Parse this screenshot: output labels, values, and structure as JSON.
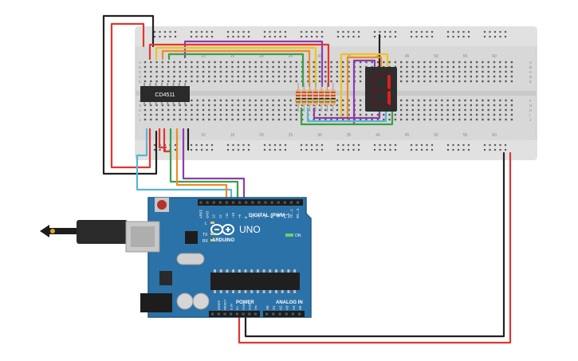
{
  "breadboard": {
    "column_numbers": [
      "10",
      "15",
      "20",
      "25",
      "30",
      "35",
      "40",
      "45",
      "50",
      "55",
      "60"
    ],
    "row_letters_top": [
      "A",
      "B",
      "C",
      "D",
      "E"
    ],
    "row_letters_bottom": [
      "F",
      "G",
      "H",
      "I",
      "J"
    ]
  },
  "ic": {
    "label": "CD4511"
  },
  "display": {
    "digit": "1",
    "segment_color": "#e0201c"
  },
  "arduino": {
    "brand": "ARDUINO",
    "model": "UNO",
    "digital_label": "DIGITAL (PWM~)",
    "power_label": "POWER",
    "analog_label": "ANALOG IN",
    "on_label": "ON",
    "tx_label": "TX",
    "rx_label": "RX",
    "l_label": "L",
    "digital_pins": [
      "AREF",
      "GND",
      "13",
      "12",
      "~11",
      "~10",
      "~9",
      "8",
      "7",
      "~6",
      "~5",
      "4",
      "~3",
      "2",
      "TX→1",
      "RX←0"
    ],
    "power_pins": [
      "IOREF",
      "RESET",
      "3.3V",
      "5V",
      "GND",
      "GND",
      "Vin"
    ],
    "analog_pins": [
      "A0",
      "A1",
      "A2",
      "A3",
      "A4",
      "A5"
    ],
    "board_color": "#2b72a8"
  },
  "wire_colors": {
    "red": "#e3342f",
    "black": "#222222",
    "orange": "#f08a24",
    "yellow": "#f2c21b",
    "green": "#3aa046",
    "purple": "#8e3bb0",
    "light_blue": "#56b7d6"
  }
}
